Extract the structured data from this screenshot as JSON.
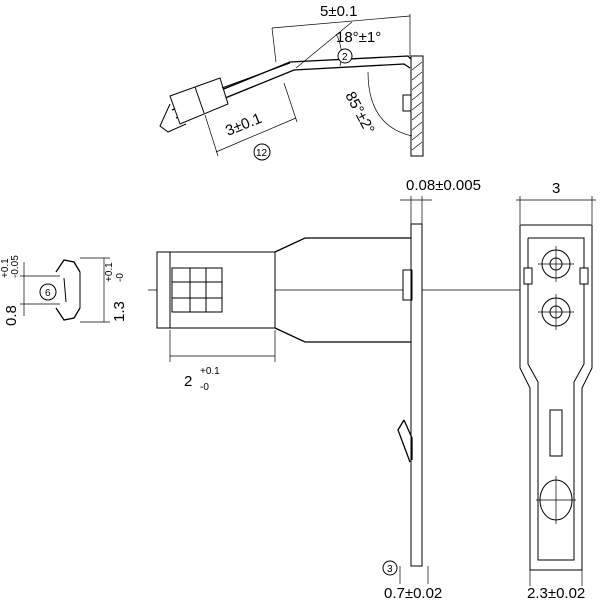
{
  "dimensions": {
    "top_length": "5±0.1",
    "bend_angle": "18°±1°",
    "tab_angle": "85°±2°",
    "top_width": "3±0.1",
    "center_thickness": "0.08±0.005",
    "right_width": "3",
    "left_height_base": "0.8",
    "left_height_tol_upper": "+0.1",
    "left_height_tol_lower": "-0.05",
    "left_height2_base": "1.3",
    "left_height2_tol_upper": "+0.1",
    "left_height2_tol_lower": "-0",
    "lower_length_base": "2",
    "lower_length_tol_upper": "+0.1",
    "lower_length_tol_lower": "-0",
    "bottom_center": "0.7±0.02",
    "bottom_right": "2.3±0.02"
  },
  "callouts": {
    "c2": "2",
    "c12": "12",
    "c6": "6",
    "c3": "3"
  }
}
